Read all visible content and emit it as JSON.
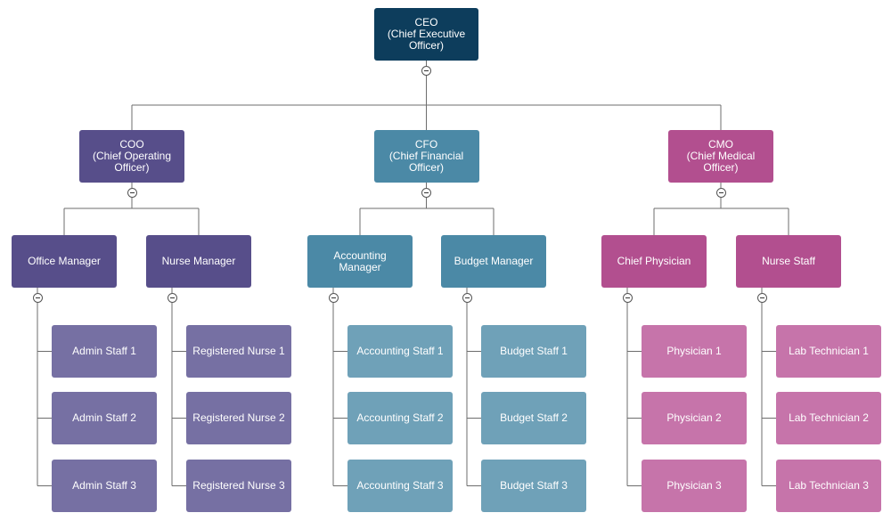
{
  "colors": {
    "ceo": "#0d3d5c",
    "coo": "#574e8a",
    "coo_staff": "#7670a3",
    "cfo": "#4b89a6",
    "cfo_staff": "#6fa1b8",
    "cmo": "#b24f8f",
    "cmo_staff": "#c674aa",
    "connector": "#6d6d6d"
  },
  "icons": {
    "toggle": "collapse-minus-icon"
  },
  "org": {
    "ceo": "CEO\n(Chief Executive\nOfficer)",
    "divisions": [
      {
        "key": "coo",
        "title": "COO\n(Chief Operating\nOfficer)",
        "managers": [
          {
            "title": "Office Manager",
            "staff": [
              "Admin Staff 1",
              "Admin Staff 2",
              "Admin Staff 3"
            ]
          },
          {
            "title": "Nurse Manager",
            "staff": [
              "Registered Nurse 1",
              "Registered Nurse 2",
              "Registered Nurse 3"
            ]
          }
        ]
      },
      {
        "key": "cfo",
        "title": "CFO\n(Chief Financial\nOfficer)",
        "managers": [
          {
            "title": "Accounting\nManager",
            "staff": [
              "Accounting Staff 1",
              "Accounting Staff 2",
              "Accounting Staff 3"
            ]
          },
          {
            "title": "Budget Manager",
            "staff": [
              "Budget Staff 1",
              "Budget Staff 2",
              "Budget Staff 3"
            ]
          }
        ]
      },
      {
        "key": "cmo",
        "title": "CMO\n(Chief Medical\nOfficer)",
        "managers": [
          {
            "title": "Chief Physician",
            "staff": [
              "Physician 1",
              "Physician 2",
              "Physician 3"
            ]
          },
          {
            "title": "Nurse Staff",
            "staff": [
              "Lab Technician 1",
              "Lab Technician 2",
              "Lab Technician 3"
            ]
          }
        ]
      }
    ]
  }
}
